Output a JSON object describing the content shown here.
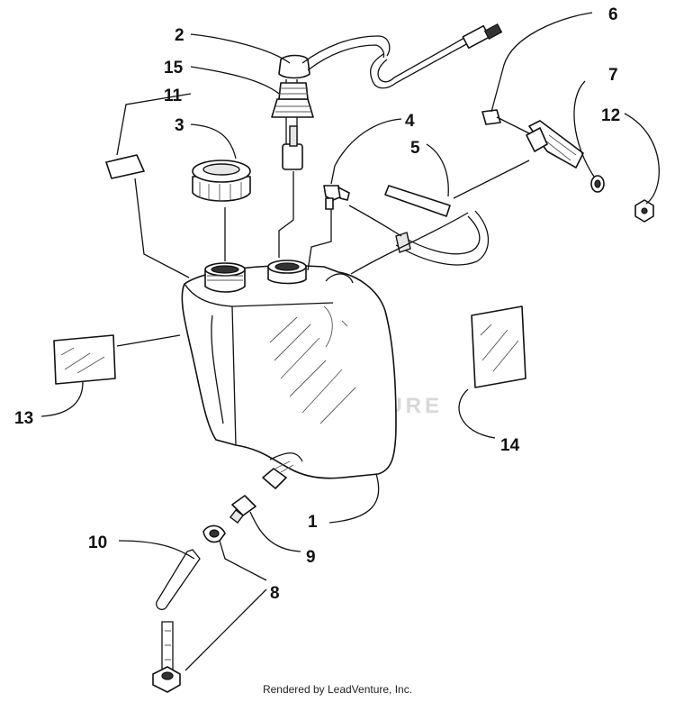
{
  "diagram": {
    "callouts": [
      {
        "id": "part-1",
        "label": "1"
      },
      {
        "id": "part-2",
        "label": "2"
      },
      {
        "id": "part-3",
        "label": "3"
      },
      {
        "id": "part-4",
        "label": "4"
      },
      {
        "id": "part-5",
        "label": "5"
      },
      {
        "id": "part-6",
        "label": "6"
      },
      {
        "id": "part-7",
        "label": "7"
      },
      {
        "id": "part-8",
        "label": "8"
      },
      {
        "id": "part-9",
        "label": "9"
      },
      {
        "id": "part-10",
        "label": "10"
      },
      {
        "id": "part-11",
        "label": "11"
      },
      {
        "id": "part-12",
        "label": "12"
      },
      {
        "id": "part-13",
        "label": "13"
      },
      {
        "id": "part-14",
        "label": "14"
      },
      {
        "id": "part-15",
        "label": "15"
      }
    ],
    "watermark": "LEADVENTURE"
  },
  "footer": {
    "text": "Rendered by LeadVenture, Inc."
  },
  "colors": {
    "line": "#111111",
    "background": "#ffffff",
    "watermark": "#d4d4d4"
  }
}
